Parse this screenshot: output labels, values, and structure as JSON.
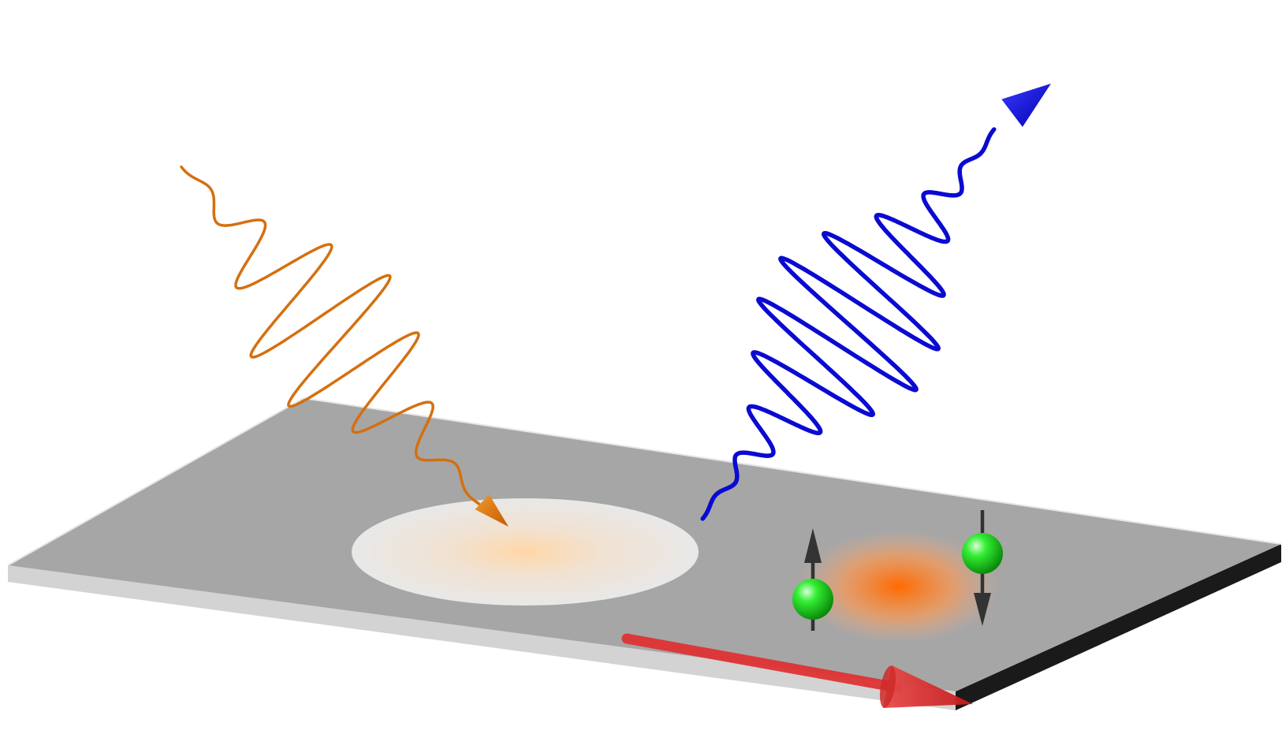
{
  "diagram": {
    "background_color": "#ffffff",
    "slab": {
      "top_color": "#a6a6a6",
      "front_edge_color": "#d3d3d3",
      "right_edge_color": "#1a1a1a"
    },
    "incident_wave": {
      "color": "#d4700f",
      "direction": "incoming"
    },
    "emitted_wave": {
      "color": "#0a0ad2",
      "direction": "outgoing"
    },
    "excitation_spot": {
      "center_color": "#ffd7a8",
      "outer_color": "#e8e8e8"
    },
    "carrier_cloud": {
      "center_color": "#ff6a00"
    },
    "spins": [
      {
        "orientation": "up",
        "ball_color": "#22dd22",
        "arrow_color": "#333333"
      },
      {
        "orientation": "down",
        "ball_color": "#22dd22",
        "arrow_color": "#333333"
      }
    ],
    "current_arrow": {
      "color": "#e03030"
    }
  }
}
